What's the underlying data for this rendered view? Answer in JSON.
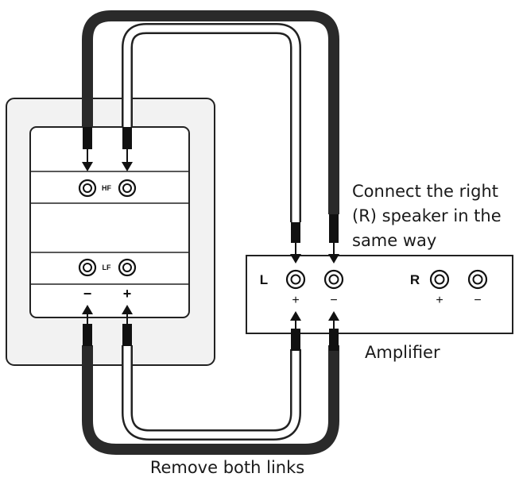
{
  "speaker": {
    "hf_label": "HF",
    "lf_label": "LF",
    "lf_minus": "−",
    "lf_plus": "+"
  },
  "amplifier": {
    "name": "Amplifier",
    "left_channel": "L",
    "right_channel": "R",
    "left_plus": "+",
    "left_minus": "−",
    "right_plus": "+",
    "right_minus": "−"
  },
  "annotations": {
    "connect_right": [
      "Connect the right",
      "(R) speaker in the",
      "same way"
    ],
    "remove_links": "Remove both links"
  },
  "colors": {
    "cable_dark": "#2a2a2a",
    "cable_light": "#ffffff",
    "outline": "#222222",
    "panel_fill": "#ffffff",
    "cabinet_fill": "#f2f2f2"
  }
}
